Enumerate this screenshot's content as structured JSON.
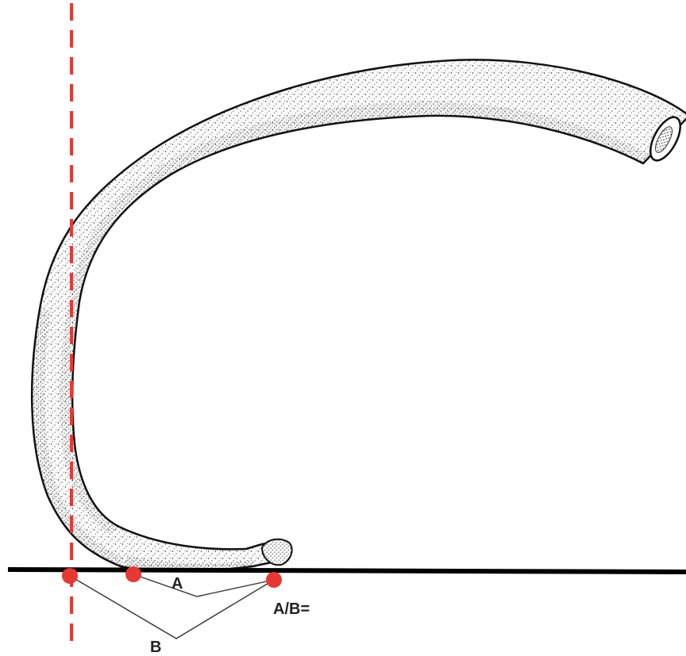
{
  "colors": {
    "marker": "#e53935",
    "dashed_line": "#e53935",
    "baseline": "#000000",
    "bone_fill": "#fbfbfb",
    "bone_outline": "#111111",
    "leader_lines": "#333333"
  },
  "labels": {
    "a": "A",
    "b": "B",
    "ratio": "A/B="
  }
}
